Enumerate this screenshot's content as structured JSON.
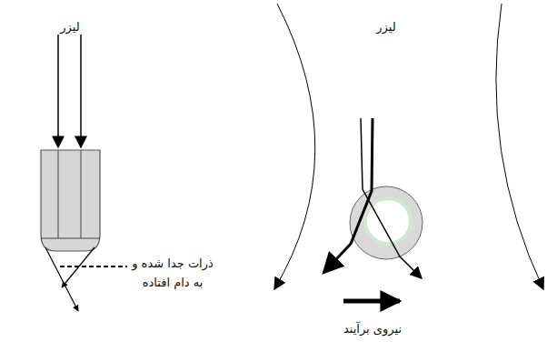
{
  "diagram": {
    "labels": [
      "لیزر",
      "ذرات جدا شده و به دام افتاده",
      "لیزر",
      "نیروی برآیند"
    ]
  }
}
